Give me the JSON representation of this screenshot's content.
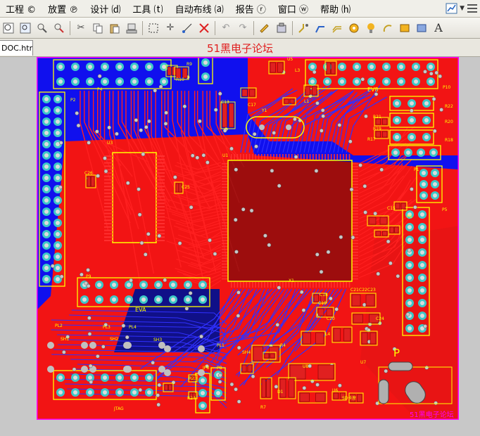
{
  "menu": {
    "items": [
      "工程 ©",
      "放置 ℗",
      "设计 ⒟",
      "工具 ⒯",
      "自动布线 ⒜",
      "报告 ⓡ",
      "窗口 ⓦ",
      "帮助 ⒣"
    ]
  },
  "tab": {
    "label": "DOC.htm"
  },
  "forum_title": "51黑电子论坛",
  "colors": {
    "top_layer": "#ff1a1a",
    "bottom_layer": "#1a1aff",
    "silkscreen": "#ffff00",
    "pads": "#c0c0c0",
    "board_edge": "#ff00ff"
  },
  "board_labels": {
    "ev8": "EV8",
    "eva": "EVA",
    "p": "P",
    "p2": "P2",
    "p4": "P4",
    "p1": "P1",
    "p5": "P5",
    "p6": "P6",
    "p8": "P8",
    "p9": "P9",
    "p10": "P10",
    "u1": "U1",
    "u3": "U3",
    "u5": "U5",
    "u6": "U6",
    "u7": "U7",
    "u8": "U8",
    "sh1": "SH1",
    "sh2": "SH2",
    "sh3": "SH3",
    "sh4": "SH4",
    "pl1": "PL1",
    "pl2": "PL2",
    "pl3": "PL3",
    "pl4": "PL4",
    "c13": "C13",
    "c15": "C15",
    "c17": "C17",
    "c18": "C18",
    "c19": "C19",
    "c20": "C20",
    "c21": "C21",
    "c22": "C22",
    "c23": "C23",
    "c24": "C24",
    "c25": "C25",
    "c26": "C26",
    "jp8": "JP8",
    "r4": "R4",
    "r7": "R7",
    "r9": "R9",
    "r10": "R10",
    "r17": "R17",
    "r18": "R18",
    "r19": "R19",
    "r20": "R20",
    "r21": "R21",
    "r22": "R22",
    "r23": "R23",
    "r24": "R24",
    "l1": "L1",
    "l3": "L3",
    "l4": "L4",
    "d1": "D1",
    "x1": "X1",
    "y1": "Y1",
    "jtag": "JTAG",
    "sdcard": "SD卡座",
    "board_watermark": "51黑电子论坛"
  }
}
